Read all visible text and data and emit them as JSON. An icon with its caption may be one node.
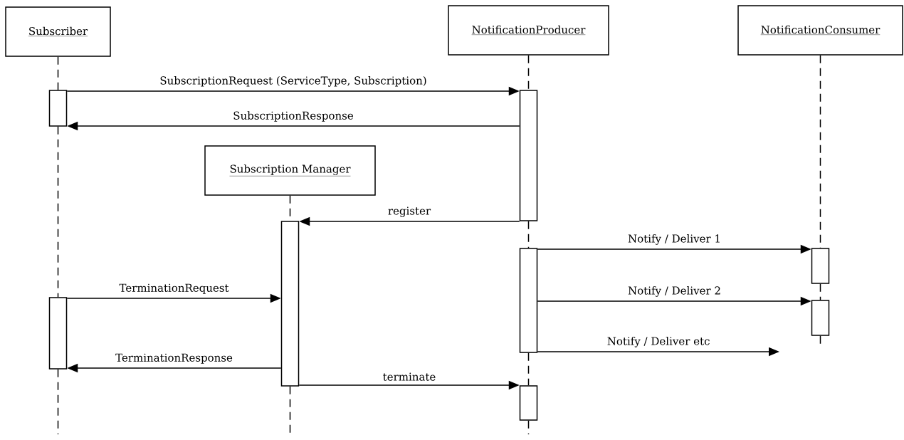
{
  "diagram": {
    "nodes": [
      {
        "text": [
          "Subscriber"
        ]
      },
      {
        "text": [
          "NotificationProducer"
        ]
      },
      {
        "text": [
          "NotificationConsumer"
        ]
      },
      {
        "text": [
          "Subscription Manager"
        ]
      },
      {
        "text": [],
        "shape": "bar"
      },
      {
        "text": [],
        "shape": "bar"
      },
      {
        "text": [],
        "shape": "bar"
      },
      {
        "text": [],
        "shape": "bar"
      },
      {
        "text": [],
        "shape": "bar"
      },
      {
        "text": [],
        "shape": "bar"
      },
      {
        "text": [],
        "shape": "bar"
      },
      {
        "text": [],
        "shape": "bar"
      }
    ],
    "edges": [
      {
        "from": 4,
        "to": 5,
        "arrow": "to",
        "label": "SubscriptionRequest (ServiceType, Subscription)"
      },
      {
        "from": 5,
        "to": 4,
        "arrow": "to",
        "label": "SubscriptionResponse"
      },
      {
        "from": 5,
        "to": 6,
        "arrow": "to",
        "label": "register"
      },
      {
        "from": 7,
        "to": 8,
        "arrow": "to",
        "label": "Notify / Deliver 1"
      },
      {
        "from": 10,
        "to": 6,
        "arrow": "to",
        "label": "TerminationRequest"
      },
      {
        "from": 7,
        "to": 9,
        "arrow": "to",
        "label": "Notify / Deliver 2"
      },
      {
        "from": 7,
        "to": null,
        "arrow": "to",
        "label": "Notify / Deliver etc"
      },
      {
        "from": 6,
        "to": 10,
        "arrow": "to",
        "label": "TerminationResponse"
      },
      {
        "from": 6,
        "to": 11,
        "arrow": "to",
        "label": "terminate"
      },
      {
        "from": 0,
        "to": 4,
        "arrow": "none",
        "style": "dashed"
      },
      {
        "from": 4,
        "to": 10,
        "arrow": "none",
        "style": "dashed"
      },
      {
        "from": 10,
        "to": null,
        "arrow": "none",
        "style": "dashed"
      },
      {
        "from": 1,
        "to": 5,
        "arrow": "none",
        "style": "dashed"
      },
      {
        "from": 5,
        "to": 7,
        "arrow": "none",
        "style": "dashed"
      },
      {
        "from": 7,
        "to": 11,
        "arrow": "none",
        "style": "dashed"
      },
      {
        "from": 11,
        "to": null,
        "arrow": "none",
        "style": "dashed"
      },
      {
        "from": 2,
        "to": 8,
        "arrow": "none",
        "style": "dashed"
      },
      {
        "from": 8,
        "to": 9,
        "arrow": "none",
        "style": "dashed"
      },
      {
        "from": 9,
        "to": null,
        "arrow": "none",
        "style": "dashed"
      },
      {
        "from": 3,
        "to": 6,
        "arrow": "none",
        "style": "dashed"
      },
      {
        "from": 6,
        "to": null,
        "arrow": "none",
        "style": "dashed"
      }
    ]
  }
}
